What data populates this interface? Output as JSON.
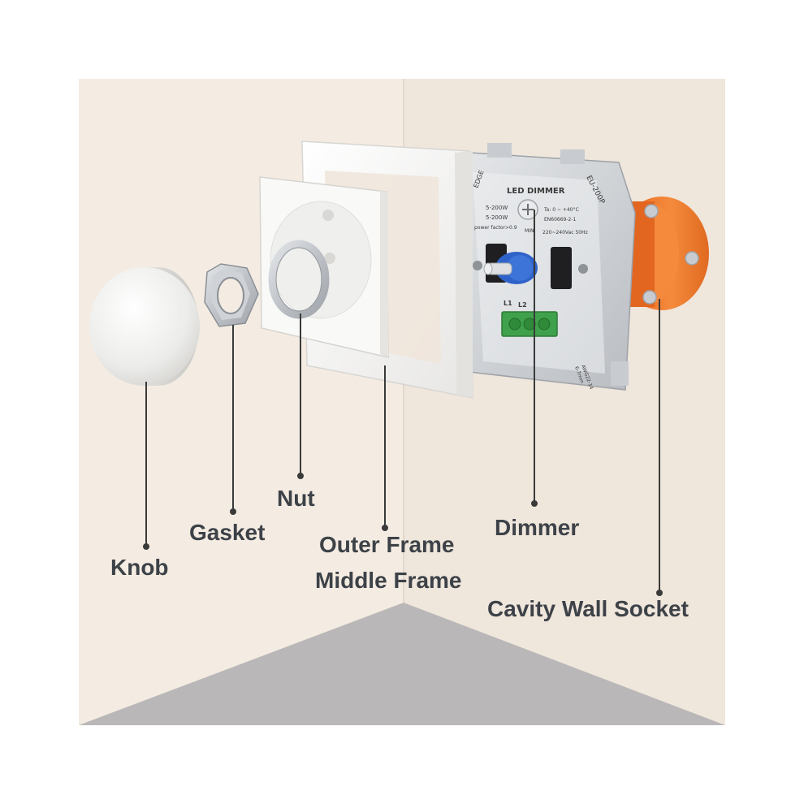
{
  "labels": {
    "knob": "Knob",
    "gasket": "Gasket",
    "nut": "Nut",
    "outer_frame": "Outer Frame",
    "middle_frame": "Middle Frame",
    "dimmer": "Dimmer",
    "cavity_wall_socket": "Cavity Wall Socket"
  },
  "dimmer_plate": {
    "title": "LED DIMMER",
    "model": "EU-200P",
    "edge": "EDGE",
    "spec_1": "5-200W",
    "spec_2": "5-200W",
    "spec_3": "power factor>0.9",
    "min": "MIN",
    "temp": "Ta: 0 ~ +40°C",
    "standard": "EN60669-2-1",
    "voltage": "220~240Vac 50Hz",
    "term_l1": "L1",
    "term_l2": "L2",
    "wire": "AWG22-14",
    "strip": "6-7mm"
  },
  "colors": {
    "label_text": "#3d4248",
    "leader_line": "#3a3a3a",
    "wall_left": "#f4ece2",
    "wall_right": "#efe6dc",
    "floor": "#b9b7b7",
    "socket_orange": "#f07a2a",
    "frame_white": "#f7f7f6",
    "knob_white": "#f2f2f0",
    "terminal_green": "#3fa14b",
    "dimmer_shaft_blue": "#2f63c9",
    "metal": "#c9ccd0"
  }
}
